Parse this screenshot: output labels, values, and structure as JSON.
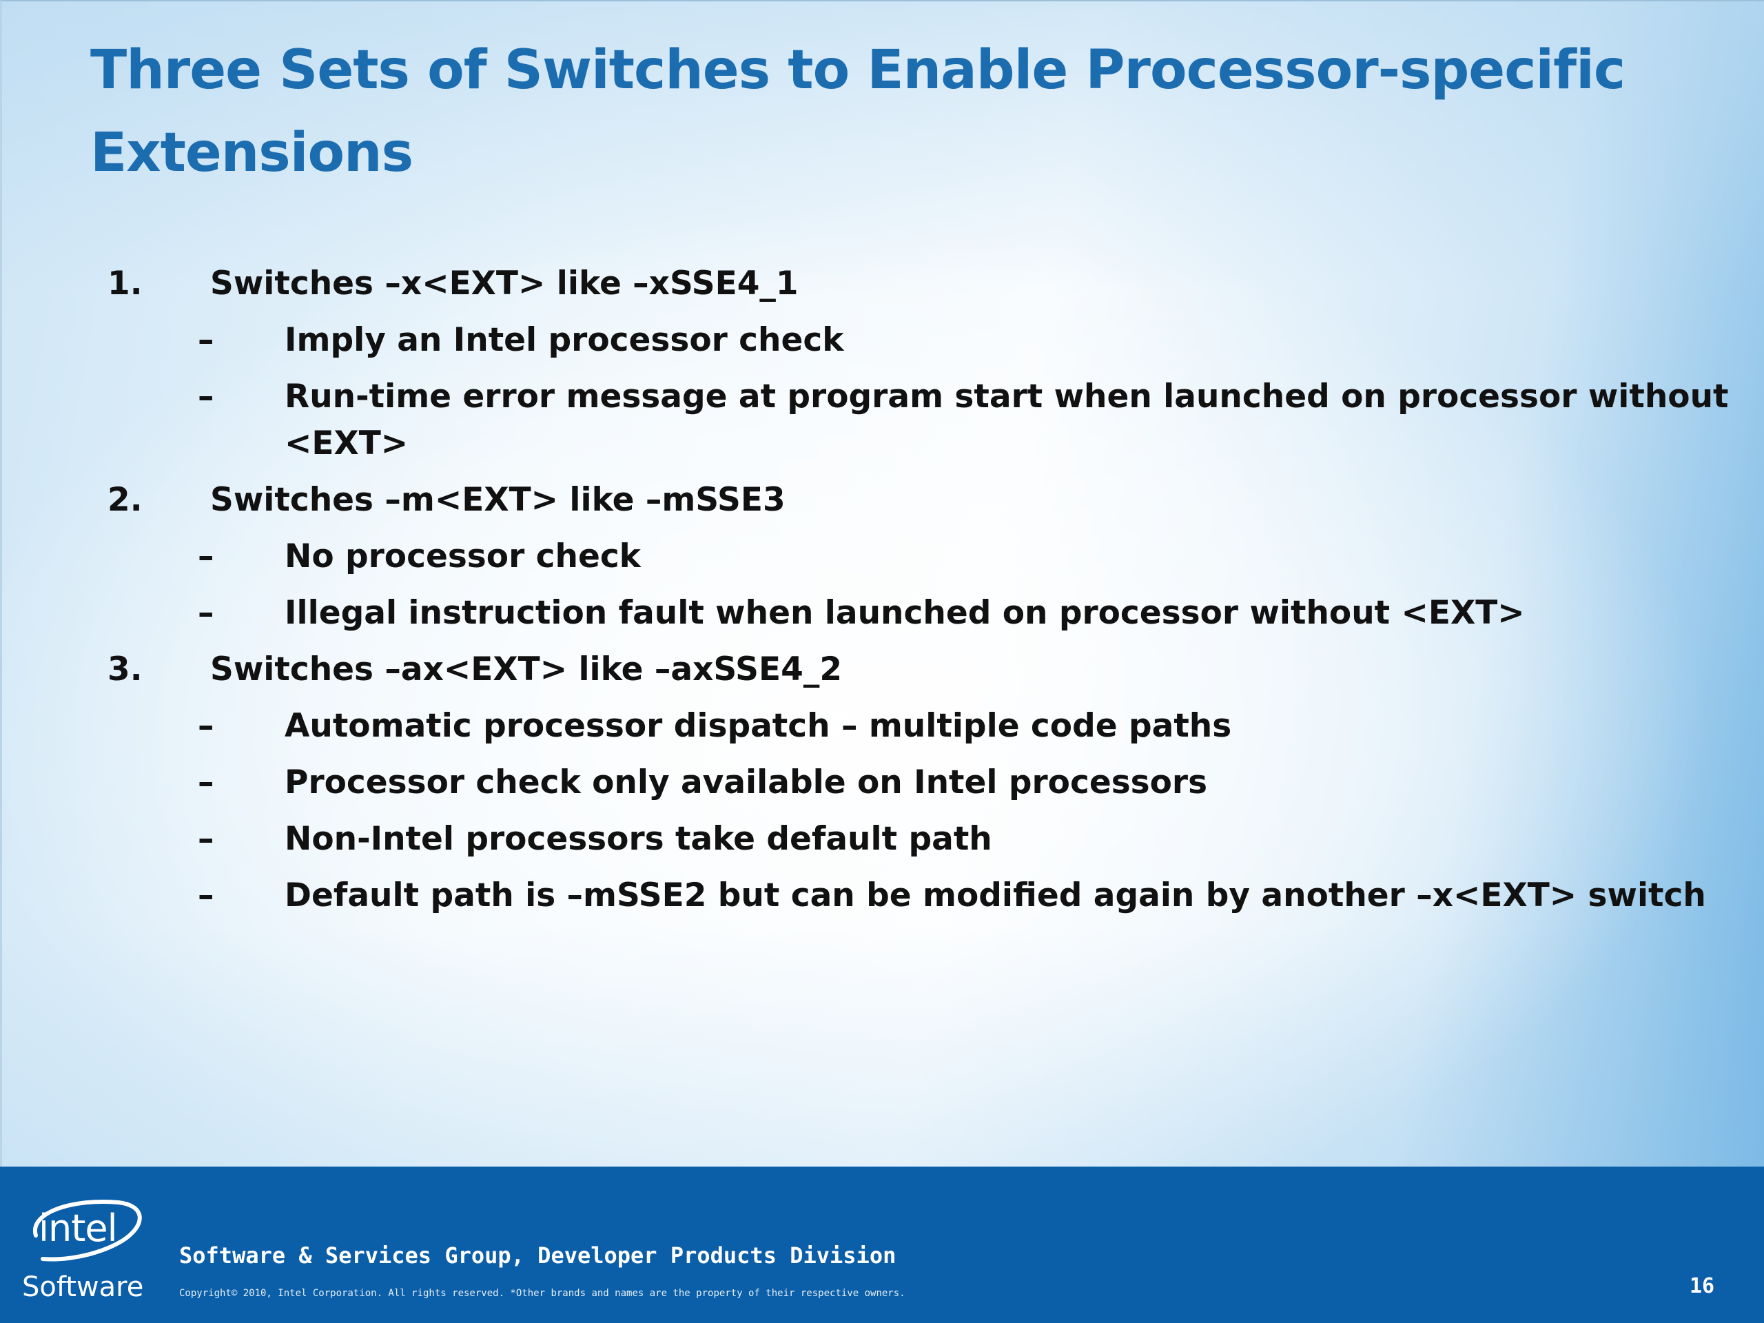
{
  "slide": {
    "title": "Three Sets of Switches to Enable Processor-specific Extensions",
    "items": [
      {
        "number": "1.",
        "text": "Switches –x<EXT>  like –xSSE4_1",
        "subitems": [
          {
            "dash": "–",
            "text": "Imply an Intel processor check"
          },
          {
            "dash": "–",
            "text": "Run-time error message at program start when launched on processor without",
            "text_cont": "<EXT>"
          }
        ]
      },
      {
        "number": "2.",
        "text": "Switches –m<EXT> like –mSSE3",
        "subitems": [
          {
            "dash": "–",
            "text": "No processor check"
          },
          {
            "dash": "–",
            "text": "Illegal instruction fault when launched on processor without <EXT>"
          }
        ]
      },
      {
        "number": "3.",
        "text": "Switches –ax<EXT> like –axSSE4_2",
        "subitems": [
          {
            "dash": "–",
            "text": "Automatic processor dispatch – multiple code paths"
          },
          {
            "dash": "–",
            "text": "Processor check only available on Intel processors"
          },
          {
            "dash": "–",
            "text": "Non-Intel processors take default path"
          },
          {
            "dash": "–",
            "text": "Default path is –mSSE2 but can be modified again by another –x<EXT> switch"
          }
        ]
      }
    ]
  },
  "footer": {
    "logo_word": "intel",
    "logo_sub": "Software",
    "division": "Software & Services Group, Developer Products Division",
    "copyright": "Copyright© 2010, Intel Corporation. All rights reserved. *Other brands and names are the property of their respective owners.",
    "page_number": "16"
  },
  "colors": {
    "title": "#1c6db0",
    "footer_bg": "#0b5ea8"
  }
}
